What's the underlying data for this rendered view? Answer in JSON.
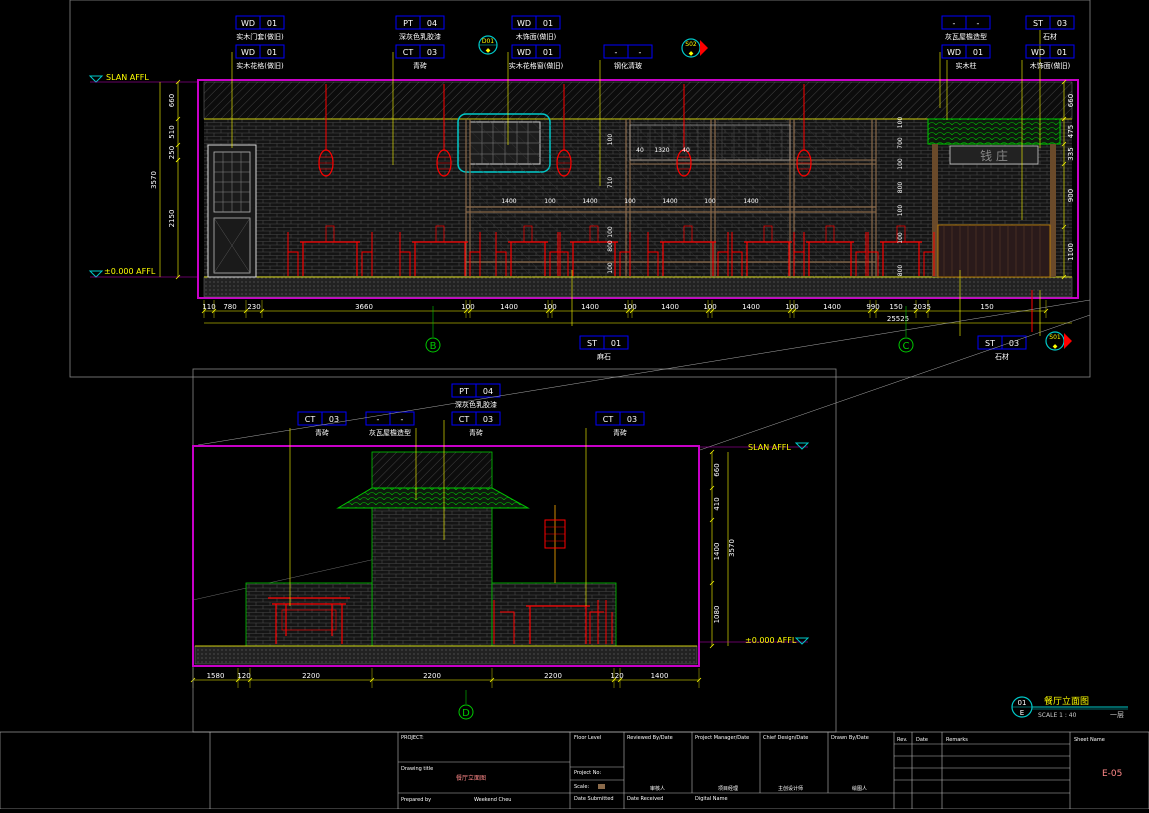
{
  "tags_top": [
    {
      "code": "WD",
      "num": "01",
      "desc": "实木门套(做旧)"
    },
    {
      "code": "WD",
      "num": "01",
      "desc": "实木花格(做旧)"
    },
    {
      "code": "PT",
      "num": "04",
      "desc": "深灰色乳胶漆"
    },
    {
      "code": "CT",
      "num": "03",
      "desc": "青砖"
    },
    {
      "code": "WD",
      "num": "01",
      "desc": "木饰面(做旧)"
    },
    {
      "code": "WD",
      "num": "01",
      "desc": "实木花格窗(做旧)"
    },
    {
      "code": "-",
      "num": "-",
      "desc": "钢化清玻"
    },
    {
      "code": "-",
      "num": "-",
      "desc": "灰瓦屋檐造型"
    },
    {
      "code": "WD",
      "num": "01",
      "desc": "实木柱"
    },
    {
      "code": "ST",
      "num": "03",
      "desc": "石材"
    },
    {
      "code": "WD",
      "num": "01",
      "desc": "木饰面(做旧)"
    }
  ],
  "tags_bottom_top": [
    {
      "code": "ST",
      "num": "01",
      "desc": "麻石"
    },
    {
      "code": "ST",
      "num": "03",
      "desc": "石材"
    }
  ],
  "tags_lower": [
    {
      "code": "CT",
      "num": "03",
      "desc": "青砖"
    },
    {
      "code": "-",
      "num": "-",
      "desc": "灰瓦屋檐造型"
    },
    {
      "code": "PT",
      "num": "04",
      "desc": "深灰色乳胶漆"
    },
    {
      "code": "CT",
      "num": "03",
      "desc": "青砖"
    },
    {
      "code": "CT",
      "num": "03",
      "desc": "青砖"
    }
  ],
  "sections": {
    "d01": "D01",
    "s02": "S02",
    "s01": "S01"
  },
  "levels": {
    "slab": "SLAN AFFL",
    "floor": "±0.000 AFFL",
    "slab_lower": "SLAN AFFL",
    "floor_lower": "±0.000 AFFL"
  },
  "dims_top_left": [
    "660",
    "510",
    "250",
    "3570",
    "2150"
  ],
  "dims_top_right": [
    "660",
    "475",
    "335",
    "900",
    "1100"
  ],
  "dims_top_bottom": [
    "110",
    "780",
    "230",
    "3660",
    "100",
    "1400",
    "100",
    "1400",
    "100",
    "1400",
    "100",
    "1400",
    "100",
    "1400",
    "990",
    "150",
    "2035",
    "150"
  ],
  "dim_total": "25525",
  "dims_window": [
    "40",
    "1320",
    "40",
    "100",
    "710",
    "100",
    "800",
    "100"
  ],
  "dims_glass_h": [
    "100",
    "700",
    "100",
    "800",
    "100",
    "100",
    "800",
    "100"
  ],
  "dims_glass_w": [
    "1400",
    "100",
    "1400",
    "100",
    "1400",
    "100",
    "1400"
  ],
  "dims_lower_right": [
    "660",
    "410",
    "1400",
    "1080",
    "3570"
  ],
  "dims_lower_bottom": [
    "1580",
    "120",
    "2200",
    "2200",
    "2200",
    "120",
    "1400"
  ],
  "axis_labels": {
    "b": "B",
    "c": "C",
    "d": "D"
  },
  "sign_text": "钱 庄",
  "title_block": {
    "circle_top": "01",
    "circle_bottom": "E",
    "title": "餐厅立面图",
    "scale": "SCALE 1 : 40",
    "floor": "一层",
    "project": "PROJECT:",
    "drawing_title": "Drawing title",
    "drawing_name": "餐厅立面图",
    "prepared_by": "Prepared by",
    "prepared_name": "Weekend Cheu",
    "floor_level": "Floor Level",
    "project_no": "Project No:",
    "scale_label": "Scale:",
    "date_submitted": "Date Submitted",
    "reviewed": "Reviewed By/Date",
    "reviewer": "审核人",
    "date_received": "Date Received",
    "pm": "Project Manager/Date",
    "pm_name": "项目经理",
    "digital_name": "Digital Name",
    "chief": "Chief Design/Date",
    "chief_name": "主创设计师",
    "drawn": "Drawn By/Date",
    "drawn_name": "绘图人",
    "rev": "Rev.",
    "date": "Date",
    "remarks": "Remarks",
    "sheet_name": "Sheet Name",
    "sheet_no": "E-05"
  },
  "colors": {
    "magenta": "#c800c8",
    "yellow": "#ffff00",
    "red": "#ff0000",
    "green": "#00c800",
    "cyan": "#00c8c8",
    "brick": "#555555",
    "blue": "#0000ff",
    "white": "#ffffff"
  }
}
